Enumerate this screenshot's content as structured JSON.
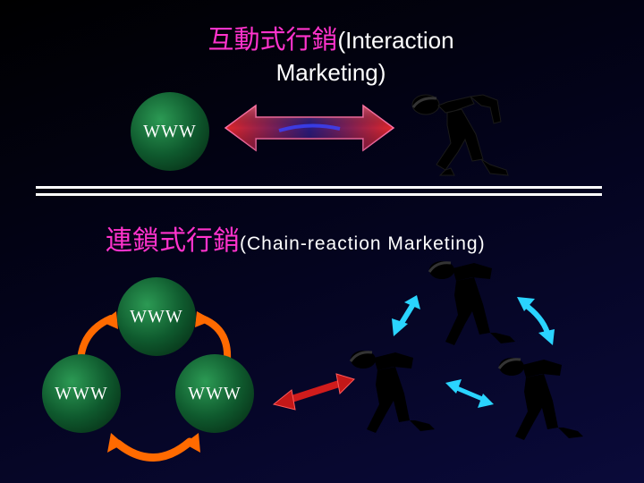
{
  "top_title": {
    "zh": "互動式行銷",
    "en_line1": "(Interaction",
    "en_line2": "Marketing)"
  },
  "bottom_title": {
    "zh": "連鎖式行銷",
    "en": "(Chain-reaction Marketing)"
  },
  "globe_label": "WWW",
  "colors": {
    "title_zh": "#ff33cc",
    "globe": "#1a7a3e",
    "orange_arrow": "#ff6a00",
    "cyan_arrow": "#2ad4ff",
    "red_arrow": "#cc1a1a"
  },
  "icons": [
    "globe-icon",
    "double-arrow-icon",
    "person-icon"
  ]
}
